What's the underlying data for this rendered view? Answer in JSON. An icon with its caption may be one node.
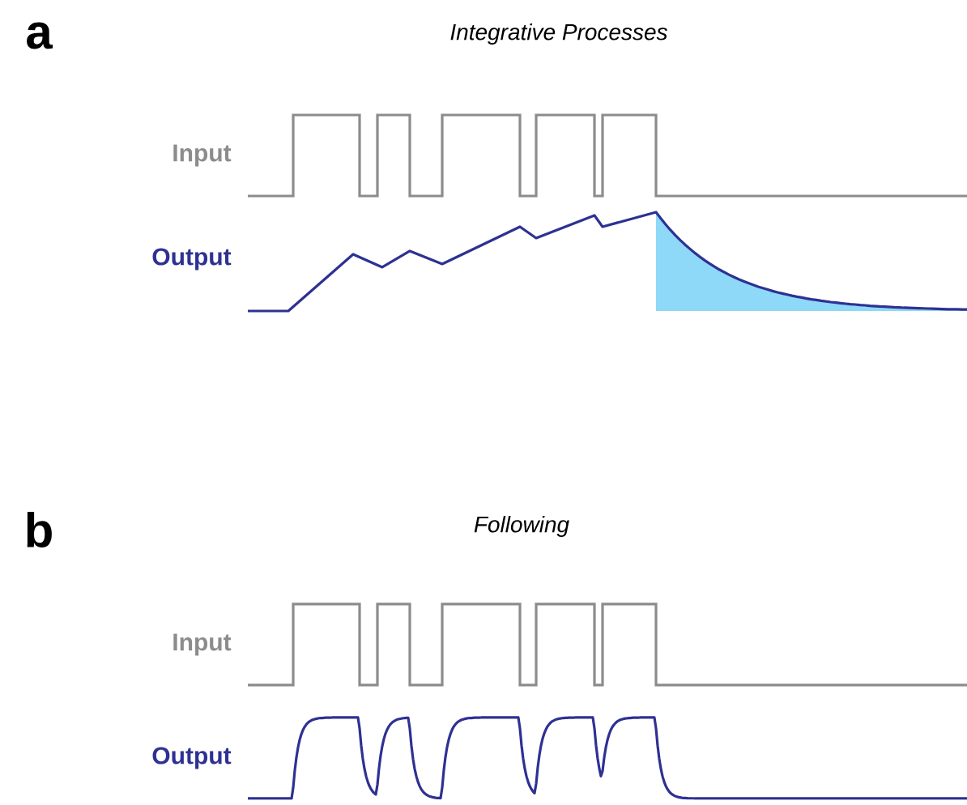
{
  "diagram": {
    "labels": [
      "a",
      "Integrative Processes",
      "Input",
      "Output",
      "b",
      "Following",
      "Input",
      "Output"
    ]
  }
}
